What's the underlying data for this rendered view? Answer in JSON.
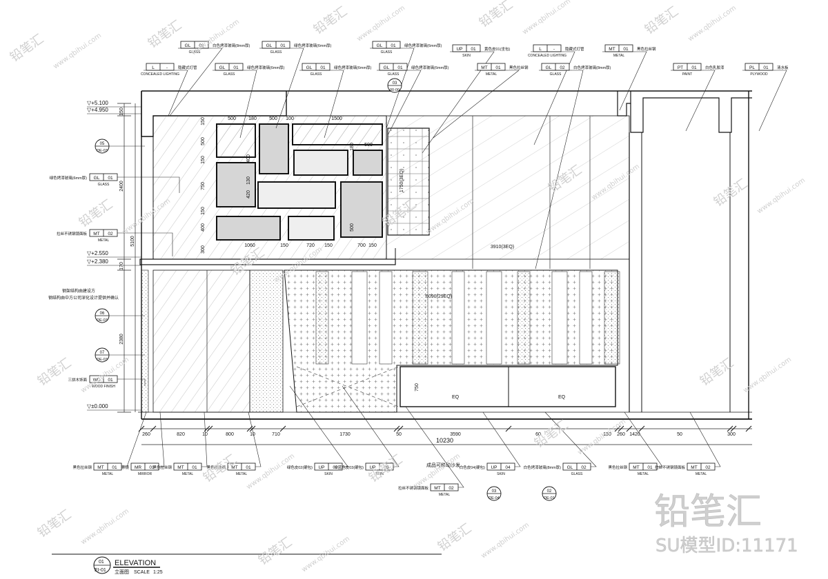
{
  "title_block": {
    "number": "01",
    "sheet": "EI-01",
    "title": "ELEVATION",
    "subtitle_cn": "立面图",
    "scale_label": "SCALE",
    "scale_value": "1:25"
  },
  "levels": [
    "▽+5.100",
    "▽+4.950",
    "▽+2.550",
    "▽+2.380",
    "▽±0.000"
  ],
  "left_vertical_dims": [
    "150",
    "2400",
    "5100",
    "170",
    "2380"
  ],
  "section_markers": [
    {
      "num": "05",
      "sheet": "DE-03"
    },
    {
      "num": "06",
      "sheet": "DE-03"
    },
    {
      "num": "07",
      "sheet": "DE-03"
    },
    {
      "num": "03",
      "sheet": "DE-04"
    },
    {
      "num": "02",
      "sheet": "DE-01"
    },
    {
      "num": "03",
      "sheet": "00-00"
    }
  ],
  "top_tags": [
    {
      "code": "L",
      "num": "-",
      "type": "CONCEALED LIGHTING",
      "note": "隐藏式灯管"
    },
    {
      "code": "GL",
      "num": "02",
      "type": "GLASS",
      "note": "白色烤漆玻璃(8mm厚)"
    },
    {
      "code": "GL",
      "num": "01",
      "type": "GLASS",
      "note": "绿色烤漆玻璃(6mm厚)"
    },
    {
      "code": "GL",
      "num": "01",
      "type": "GLASS",
      "note": "绿色烤漆玻璃(6mm厚)"
    },
    {
      "code": "GL",
      "num": "01",
      "type": "GLASS",
      "note": "绿色烤漆玻璃(6mm厚)"
    },
    {
      "code": "GL",
      "num": "01",
      "type": "GLASS",
      "note": "绿色烤漆玻璃(6mm厚)"
    },
    {
      "code": "GL",
      "num": "01",
      "type": "GLASS",
      "note": "绿色烤漆玻璃(6mm厚)"
    },
    {
      "code": "UP",
      "num": "01",
      "type": "SKIN",
      "note": "黄色皮01(坐包)"
    },
    {
      "code": "MT",
      "num": "01",
      "type": "METAL",
      "note": "黑色拉丝钢"
    },
    {
      "code": "L",
      "num": "-",
      "type": "CONCEALED LIGHTING",
      "note": "隐藏式灯管"
    },
    {
      "code": "GL",
      "num": "02",
      "type": "GLASS",
      "note": "白色烤漆玻璃(8mm厚)"
    },
    {
      "code": "MT",
      "num": "01",
      "type": "METAL",
      "note": "黑色拉丝钢"
    },
    {
      "code": "PT",
      "num": "01",
      "type": "PAINT",
      "note": "白色乳胶漆"
    },
    {
      "code": "PL",
      "num": "01",
      "type": "PLYWOOD",
      "note": "清水板"
    }
  ],
  "left_tags": [
    {
      "code": "GL",
      "num": "01",
      "type": "GLASS",
      "note": "绿色烤漆玻璃(6mm厚)"
    },
    {
      "code": "MT",
      "num": "02",
      "type": "METAL",
      "note": "拉丝不锈钢镜面板"
    },
    {
      "code": "WD",
      "num": "01",
      "type": "WOOD FINISH",
      "note": "三拼木饰面"
    }
  ],
  "left_notes": [
    "钢架结构由建设方",
    "钢结构由中方公司深化设计提供并确认"
  ],
  "bottom_tags": [
    {
      "code": "MT",
      "num": "01",
      "type": "METAL",
      "note": "黑色拉丝钢"
    },
    {
      "code": "MR",
      "num": "01",
      "type": "MIRROR",
      "note": "茶镜"
    },
    {
      "code": "MT",
      "num": "01",
      "type": "METAL",
      "note": "黑色拉丝钢"
    },
    {
      "code": "MT",
      "num": "01",
      "type": "METAL",
      "note": "黑色拉丝钢"
    },
    {
      "code": "UP",
      "num": "02",
      "type": "SKIN",
      "note": "绿色皮02(硬包)"
    },
    {
      "code": "UP",
      "num": "03",
      "type": "SKIN",
      "note": "中蓝色皮03(硬包)"
    },
    {
      "code": "MT",
      "num": "02",
      "type": "METAL",
      "note": "拉丝不锈钢镜面板"
    },
    {
      "code": "UP",
      "num": "04",
      "type": "SKIN",
      "note": "白色皮04(硬包)"
    },
    {
      "code": "GL",
      "num": "02",
      "type": "GLASS",
      "note": "白色烤漆玻璃(8mm厚)"
    },
    {
      "code": "MT",
      "num": "01",
      "type": "METAL",
      "note": "黑色拉丝钢"
    },
    {
      "code": "MT",
      "num": "02",
      "type": "METAL",
      "note": "拉丝不锈钢镜面板"
    }
  ],
  "bottom_note": "成品可移动沙发",
  "upper_box_dims": [
    "500",
    "180",
    "500",
    "100",
    "1500",
    "500",
    "1060",
    "150",
    "720",
    "150",
    "700",
    "150"
  ],
  "upper_vert_dims": [
    "150",
    "500",
    "150",
    "750",
    "150",
    "400",
    "300",
    "400",
    "130",
    "420",
    "180",
    "500"
  ],
  "panel_dims": [
    "1750(3EQ)",
    "3910(3EQ)",
    "6090(29EQ)",
    "750",
    "EQ",
    "EQ"
  ],
  "bottom_dims": [
    "260",
    "820",
    "10",
    "800",
    "10",
    "710",
    "1730",
    "50",
    "3590",
    "60",
    "150",
    "260",
    "1420",
    "50",
    "300"
  ],
  "total_dim": "10230",
  "watermark": {
    "brand": "铅笔汇",
    "id_text": "SU模型ID:11171",
    "url": "www.qbihui.com"
  }
}
